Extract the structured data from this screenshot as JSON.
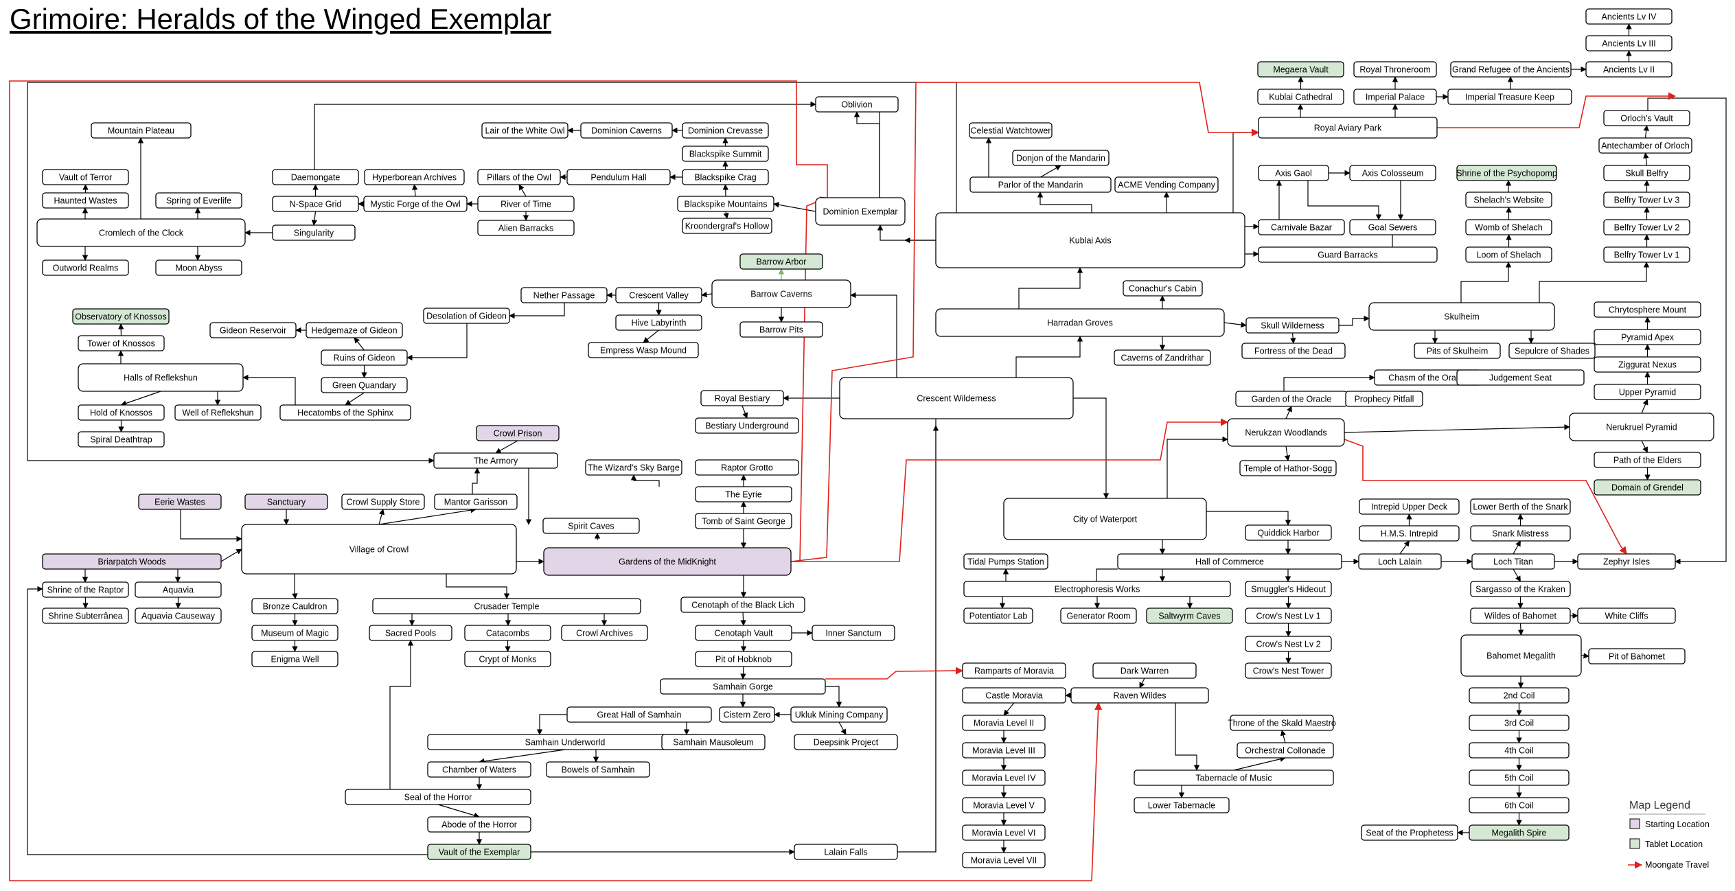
{
  "title": "Grimoire: Heralds of the Winged Exemplar",
  "legend": {
    "title": "Map Legend",
    "items": [
      {
        "kind": "s",
        "label": "Starting Location"
      },
      {
        "kind": "t",
        "label": "Tablet Location"
      },
      {
        "kind": "m",
        "label": "Moongate Travel"
      }
    ]
  },
  "colors": {
    "start": "#e1d5e7",
    "tablet": "#d5e8d4",
    "moongate": "#e0201a"
  },
  "nodes": [
    {
      "id": "oblivion",
      "label": "Oblivion"
    },
    {
      "id": "mountain_plateau",
      "label": "Mountain Plateau"
    },
    {
      "id": "lair_white_owl",
      "label": "Lair of the White Owl"
    },
    {
      "id": "dominion_caverns",
      "label": "Dominion Caverns"
    },
    {
      "id": "dominion_crevasse",
      "label": "Dominion Crevasse"
    },
    {
      "id": "blackspike_summit",
      "label": "Blackspike Summit"
    },
    {
      "id": "vault_terror",
      "label": "Vault of Terror"
    },
    {
      "id": "daemongate",
      "label": "Daemongate"
    },
    {
      "id": "hyperborean",
      "label": "Hyperborean Archives"
    },
    {
      "id": "pillars_owl",
      "label": "Pillars of the Owl"
    },
    {
      "id": "pendulum_hall",
      "label": "Pendulum Hall"
    },
    {
      "id": "blackspike_crag",
      "label": "Blackspike Crag"
    },
    {
      "id": "haunted_wastes",
      "label": "Haunted Wastes"
    },
    {
      "id": "spring_everlife",
      "label": "Spring of Everlife"
    },
    {
      "id": "nspace_grid",
      "label": "N-Space Grid"
    },
    {
      "id": "mystic_forge",
      "label": "Mystic Forge of the Owl"
    },
    {
      "id": "river_time",
      "label": "River of Time"
    },
    {
      "id": "blackspike_mountains",
      "label": "Blackspike Mountains"
    },
    {
      "id": "dominion_exemplar",
      "label": "Dominion Exemplar"
    },
    {
      "id": "cromlech",
      "label": "Cromlech of the Clock"
    },
    {
      "id": "singularity",
      "label": "Singularity"
    },
    {
      "id": "alien_barracks",
      "label": "Alien Barracks"
    },
    {
      "id": "kroondergraf",
      "label": "Kroondergraf's Hollow"
    },
    {
      "id": "outworld_realms",
      "label": "Outworld Realms"
    },
    {
      "id": "moon_abyss",
      "label": "Moon Abyss"
    },
    {
      "id": "barrow_arbor",
      "label": "Barrow Arbor",
      "kind": "t"
    },
    {
      "id": "nether_passage",
      "label": "Nether Passage"
    },
    {
      "id": "crescent_valley",
      "label": "Crescent Valley"
    },
    {
      "id": "barrow_caverns",
      "label": "Barrow Caverns"
    },
    {
      "id": "observatory_knossos",
      "label": "Observatory of Knossos",
      "kind": "t"
    },
    {
      "id": "desolation_gideon",
      "label": "Desolation of Gideon"
    },
    {
      "id": "hive_labyrinth",
      "label": "Hive Labyrinth"
    },
    {
      "id": "barrow_pits",
      "label": "Barrow Pits"
    },
    {
      "id": "gideon_reservoir",
      "label": "Gideon Reservoir"
    },
    {
      "id": "hedgemaze_gideon",
      "label": "Hedgemaze of Gideon"
    },
    {
      "id": "tower_knossos",
      "label": "Tower of Knossos"
    },
    {
      "id": "empress_wasp",
      "label": "Empress Wasp Mound"
    },
    {
      "id": "ruins_gideon",
      "label": "Ruins of Gideon"
    },
    {
      "id": "halls_reflekshun",
      "label": "Halls of Reflekshun"
    },
    {
      "id": "green_quandary",
      "label": "Green Quandary"
    },
    {
      "id": "royal_bestiary",
      "label": "Royal Bestiary"
    },
    {
      "id": "crescent_wilderness",
      "label": "Crescent Wilderness"
    },
    {
      "id": "hold_knossos",
      "label": "Hold of Knossos"
    },
    {
      "id": "well_reflekshun",
      "label": "Well of Reflekshun"
    },
    {
      "id": "hecatombs",
      "label": "Hecatombs of the Sphinx"
    },
    {
      "id": "bestiary_underground",
      "label": "Bestiary Underground"
    },
    {
      "id": "spiral_deathtrap",
      "label": "Spiral Deathtrap"
    },
    {
      "id": "crowl_prison",
      "label": "Crowl Prison",
      "kind": "s"
    },
    {
      "id": "the_armory",
      "label": "The Armory"
    },
    {
      "id": "wizards_sky_barge",
      "label": "The Wizard's Sky Barge"
    },
    {
      "id": "raptor_grotto",
      "label": "Raptor Grotto"
    },
    {
      "id": "the_eyrie",
      "label": "The Eyrie"
    },
    {
      "id": "eerie_wastes",
      "label": "Eerie Wastes",
      "kind": "s"
    },
    {
      "id": "sanctuary",
      "label": "Sanctuary",
      "kind": "s"
    },
    {
      "id": "crowl_supply",
      "label": "Crowl Supply Store"
    },
    {
      "id": "mantor_garisson",
      "label": "Mantor Garisson"
    },
    {
      "id": "tomb_saint_george",
      "label": "Tomb of Saint George"
    },
    {
      "id": "spirit_caves",
      "label": "Spirit Caves"
    },
    {
      "id": "village_crowl",
      "label": "Village of Crowl"
    },
    {
      "id": "gardens_midknight",
      "label": "Gardens of the MidKnight",
      "kind": "s"
    },
    {
      "id": "briarpatch_woods",
      "label": "Briarpatch Woods",
      "kind": "s"
    },
    {
      "id": "shrine_raptor",
      "label": "Shrine of the Raptor"
    },
    {
      "id": "aquavia",
      "label": "Aquavia"
    },
    {
      "id": "bronze_cauldron",
      "label": "Bronze Cauldron"
    },
    {
      "id": "crusader_temple",
      "label": "Crusader Temple"
    },
    {
      "id": "cenotaph_black_lich",
      "label": "Cenotaph of the Black Lich"
    },
    {
      "id": "shrine_subterranea",
      "label": "Shrine Subterrânea"
    },
    {
      "id": "aquavia_causeway",
      "label": "Aquavia Causeway"
    },
    {
      "id": "museum_magic",
      "label": "Museum of Magic"
    },
    {
      "id": "sacred_pools",
      "label": "Sacred Pools"
    },
    {
      "id": "catacombs",
      "label": "Catacombs"
    },
    {
      "id": "crowl_archives",
      "label": "Crowl Archives"
    },
    {
      "id": "cenotaph_vault",
      "label": "Cenotaph Vault"
    },
    {
      "id": "inner_sanctum",
      "label": "Inner Sanctum"
    },
    {
      "id": "enigma_well",
      "label": "Enigma Well"
    },
    {
      "id": "crypt_monks",
      "label": "Crypt of Monks"
    },
    {
      "id": "pit_hobknob",
      "label": "Pit of Hobknob"
    },
    {
      "id": "samhain_gorge",
      "label": "Samhain Gorge"
    },
    {
      "id": "great_hall_samhain",
      "label": "Great Hall of Samhain"
    },
    {
      "id": "cistern_zero",
      "label": "Cistern Zero"
    },
    {
      "id": "ukluk_mining",
      "label": "Ukluk Mining Company"
    },
    {
      "id": "samhain_underworld",
      "label": "Samhain Underworld"
    },
    {
      "id": "samhain_mausoleum",
      "label": "Samhain Mausoleum"
    },
    {
      "id": "deepsink_project",
      "label": "Deepsink Project"
    },
    {
      "id": "chamber_waters",
      "label": "Chamber of Waters"
    },
    {
      "id": "bowels_samhain",
      "label": "Bowels of Samhain"
    },
    {
      "id": "seal_horror",
      "label": "Seal of the Horror"
    },
    {
      "id": "abode_horror",
      "label": "Abode of the Horror"
    },
    {
      "id": "vault_exemplar",
      "label": "Vault of the Exemplar",
      "kind": "t"
    },
    {
      "id": "lalain_falls",
      "label": "Lalain Falls"
    },
    {
      "id": "celestial_watchtower",
      "label": "Celestial Watchtower"
    },
    {
      "id": "donjon_mandarin",
      "label": "Donjon of the Mandarin"
    },
    {
      "id": "parlor_mandarin",
      "label": "Parlor of the Mandarin"
    },
    {
      "id": "acme_vending",
      "label": "ACME Vending Company"
    },
    {
      "id": "kublai_axis",
      "label": "Kublai Axis"
    },
    {
      "id": "conachur_cabin",
      "label": "Conachur's Cabin"
    },
    {
      "id": "harradan_groves",
      "label": "Harradan Groves"
    },
    {
      "id": "caverns_zandrithar",
      "label": "Caverns of Zandrithar"
    },
    {
      "id": "megaera_vault",
      "label": "Megaera Vault",
      "kind": "t"
    },
    {
      "id": "royal_throneroom",
      "label": "Royal Throneroom"
    },
    {
      "id": "grand_refugee",
      "label": "Grand Refugee of the Ancients"
    },
    {
      "id": "ancients_iv",
      "label": "Ancients Lv IV"
    },
    {
      "id": "ancients_iii",
      "label": "Ancients Lv III"
    },
    {
      "id": "ancients_ii",
      "label": "Ancients Lv II"
    },
    {
      "id": "kublai_cathedral",
      "label": "Kublai Cathedral"
    },
    {
      "id": "imperial_palace",
      "label": "Imperial Palace"
    },
    {
      "id": "imperial_treasure",
      "label": "Imperial Treasure Keep"
    },
    {
      "id": "royal_aviary",
      "label": "Royal Aviary Park"
    },
    {
      "id": "axis_gaol",
      "label": "Axis Gaol"
    },
    {
      "id": "axis_colosseum",
      "label": "Axis Colosseum"
    },
    {
      "id": "carnivale_bazar",
      "label": "Carnivale Bazar"
    },
    {
      "id": "goal_sewers",
      "label": "Goal Sewers"
    },
    {
      "id": "guard_barracks",
      "label": "Guard Barracks"
    },
    {
      "id": "shrine_psychopomp",
      "label": "Shrine of the Psychopomp",
      "kind": "t"
    },
    {
      "id": "shelach_website",
      "label": "Shelach's Website"
    },
    {
      "id": "womb_shelach",
      "label": "Womb of Shelach"
    },
    {
      "id": "loom_shelach",
      "label": "Loom of Shelach"
    },
    {
      "id": "orloch_vault",
      "label": "Orloch's Vault"
    },
    {
      "id": "antechamber_orloch",
      "label": "Antechamber of Orloch"
    },
    {
      "id": "skull_belfry",
      "label": "Skull Belfry"
    },
    {
      "id": "belfry_3",
      "label": "Belfry Tower Lv 3"
    },
    {
      "id": "belfry_2",
      "label": "Belfry Tower Lv 2"
    },
    {
      "id": "belfry_1",
      "label": "Belfry Tower Lv 1"
    },
    {
      "id": "skull_wilderness",
      "label": "Skull Wilderness"
    },
    {
      "id": "skulheim",
      "label": "Skulheim"
    },
    {
      "id": "fortress_dead",
      "label": "Fortress of the Dead"
    },
    {
      "id": "pits_skulheim",
      "label": "Pits of Skulheim"
    },
    {
      "id": "sepulcre_shades",
      "label": "Sepulcre of Shades"
    },
    {
      "id": "chrytosphere",
      "label": "Chrytosphere Mount"
    },
    {
      "id": "pyramid_apex",
      "label": "Pyramid Apex"
    },
    {
      "id": "ziggurat_nexus",
      "label": "Ziggurat Nexus"
    },
    {
      "id": "upper_pyramid",
      "label": "Upper Pyramid"
    },
    {
      "id": "chasm_oracle",
      "label": "Chasm of the Oracle"
    },
    {
      "id": "judgement_seat",
      "label": "Judgement Seat"
    },
    {
      "id": "garden_oracle",
      "label": "Garden of the Oracle"
    },
    {
      "id": "prophecy_pitfall",
      "label": "Prophecy Pitfall"
    },
    {
      "id": "nerukzan_woodlands",
      "label": "Nerukzan Woodlands"
    },
    {
      "id": "nerukruel_pyramid",
      "label": "Nerukruel Pyramid"
    },
    {
      "id": "temple_hathor",
      "label": "Temple of Hathor-Sogg"
    },
    {
      "id": "path_elders",
      "label": "Path of the Elders"
    },
    {
      "id": "domain_grendel",
      "label": "Domain of Grendel",
      "kind": "t"
    },
    {
      "id": "city_waterport",
      "label": "City of Waterport"
    },
    {
      "id": "intrepid_upper",
      "label": "Intrepid Upper Deck"
    },
    {
      "id": "lower_berth",
      "label": "Lower Berth of the Snark"
    },
    {
      "id": "quiddick_harbor",
      "label": "Quiddick Harbor"
    },
    {
      "id": "hms_intrepid",
      "label": "H.M.S. Intrepid"
    },
    {
      "id": "snark_mistress",
      "label": "Snark Mistress"
    },
    {
      "id": "tidal_pumps",
      "label": "Tidal Pumps Station"
    },
    {
      "id": "hall_commerce",
      "label": "Hall of Commerce"
    },
    {
      "id": "loch_lalain",
      "label": "Loch Lalain"
    },
    {
      "id": "loch_titan",
      "label": "Loch Titan"
    },
    {
      "id": "zephyr_isles",
      "label": "Zephyr Isles"
    },
    {
      "id": "electrophoresis",
      "label": "Electrophoresis Works"
    },
    {
      "id": "smugglers_hideout",
      "label": "Smuggler's Hideout"
    },
    {
      "id": "sargasso_kraken",
      "label": "Sargasso of the Kraken"
    },
    {
      "id": "potentiator_lab",
      "label": "Potentiator Lab"
    },
    {
      "id": "generator_room",
      "label": "Generator Room"
    },
    {
      "id": "saltwyrm_caves",
      "label": "Saltwyrm Caves",
      "kind": "t"
    },
    {
      "id": "crows_nest_1",
      "label": "Crow's Nest  Lv 1"
    },
    {
      "id": "wildes_bahomet",
      "label": "Wildes of Bahomet"
    },
    {
      "id": "white_cliffs",
      "label": "White Cliffs"
    },
    {
      "id": "crows_nest_2",
      "label": "Crow's Nest  Lv 2"
    },
    {
      "id": "bahomet_megalith",
      "label": "Bahomet Megalith"
    },
    {
      "id": "pit_bahomet",
      "label": "Pit of Bahomet"
    },
    {
      "id": "ramparts_moravia",
      "label": "Ramparts of Moravia"
    },
    {
      "id": "dark_warren",
      "label": "Dark Warren"
    },
    {
      "id": "crows_nest_tower",
      "label": "Crow's Nest  Tower"
    },
    {
      "id": "castle_moravia",
      "label": "Castle Moravia"
    },
    {
      "id": "raven_wildes",
      "label": "Raven Wildes"
    },
    {
      "id": "coil_2",
      "label": "2nd Coil"
    },
    {
      "id": "moravia_2",
      "label": "Moravia Level II"
    },
    {
      "id": "coil_3",
      "label": "3rd Coil"
    },
    {
      "id": "throne_skald",
      "label": "Throne of the Skald Maestro"
    },
    {
      "id": "moravia_3",
      "label": "Moravia Level III"
    },
    {
      "id": "orchestral_collonade",
      "label": "Orchestral Collonade"
    },
    {
      "id": "coil_4",
      "label": "4th Coil"
    },
    {
      "id": "moravia_4",
      "label": "Moravia Level IV"
    },
    {
      "id": "tabernacle_music",
      "label": "Tabernacle of Music"
    },
    {
      "id": "coil_5",
      "label": "5th Coil"
    },
    {
      "id": "moravia_5",
      "label": "Moravia Level V"
    },
    {
      "id": "lower_tabernacle",
      "label": "Lower Tabernacle"
    },
    {
      "id": "coil_6",
      "label": "6th Coil"
    },
    {
      "id": "moravia_6",
      "label": "Moravia Level VI"
    },
    {
      "id": "seat_prophetess",
      "label": "Seat of the Prophetess"
    },
    {
      "id": "megalith_spire",
      "label": "Megalith Spire",
      "kind": "t"
    },
    {
      "id": "moravia_7",
      "label": "Moravia Level VII"
    }
  ]
}
